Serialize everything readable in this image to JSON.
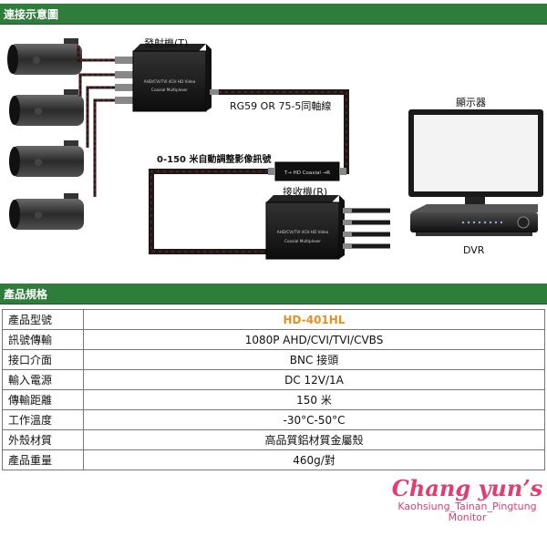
{
  "sections": {
    "diagram_title": "連接示意圖",
    "spec_title": "產品規格"
  },
  "diagram": {
    "transmitter_label": "發射機(T)",
    "transmitter_panel_text": "AHD/CVI/TVI 4CH HD Video",
    "transmitter_panel_sub": "Coaxial Multiplexer",
    "cable_label": "RG59 OR 75-5同軸線",
    "equalizer_label": "0-150 米自動調整影像訊號",
    "equalizer_text": "T→ HD Coaxial →R",
    "receiver_label": "接收機(R)",
    "receiver_panel_text": "AHD/CVI/TVI 4CH HD Video",
    "receiver_panel_sub": "Coaxial Multiplexer",
    "monitor_label": "顯示器",
    "dvr_label": "DVR"
  },
  "spec": {
    "rows": [
      {
        "key": "產品型號",
        "value": "HD-401HL"
      },
      {
        "key": "訊號傳輸",
        "value": "1080P AHD/CVI/TVI/CVBS"
      },
      {
        "key": "接口介面",
        "value": "BNC  接頭"
      },
      {
        "key": "輸入電源",
        "value": "DC 12V/1A"
      },
      {
        "key": "傳輸距離",
        "value": "150 米"
      },
      {
        "key": "工作溫度",
        "value": "-30°C-50°C"
      },
      {
        "key": "外殼材質",
        "value": "高品質鋁材質金屬殼"
      },
      {
        "key": "產品重量",
        "value": "460g/對"
      }
    ]
  },
  "brand": {
    "name": "Chang yun’s",
    "line1": "Kaohsiung_Tainan_Pingtung",
    "line2": "Monitor"
  },
  "colors": {
    "section_bar": "#2e7d3a",
    "model_text": "#e8901e",
    "brand": "#e53b6f",
    "cable": "#1a1a1a",
    "cable_dash": "#b01818"
  }
}
